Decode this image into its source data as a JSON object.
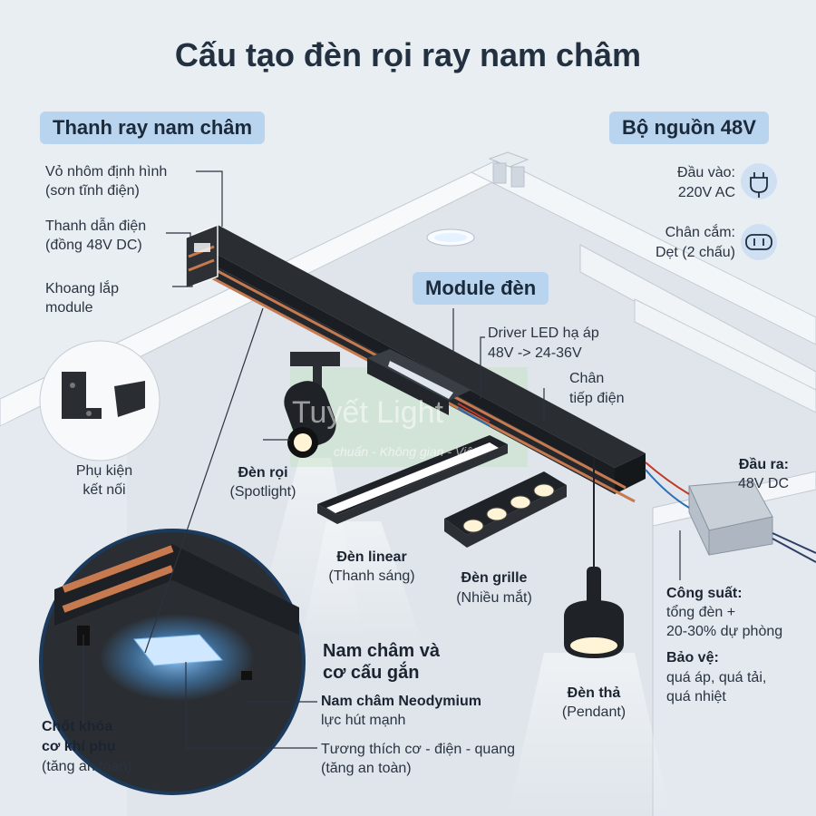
{
  "title": "Cấu tạo đèn rọi ray nam châm",
  "sections": {
    "rail": "Thanh ray nam châm",
    "psu": "Bộ nguồn 48V",
    "module": "Module đèn",
    "magnet": [
      "Nam châm và",
      "cơ cấu gắn"
    ]
  },
  "rail_labels": {
    "profile": [
      "Vỏ nhôm định hình",
      "(sơn tĩnh điện)"
    ],
    "conductor": [
      "Thanh dẫn điện",
      "(đồng 48V DC)"
    ],
    "cavity": [
      "Khoang lắp",
      "module"
    ],
    "accessory": [
      "Phụ kiện",
      "kết nối"
    ]
  },
  "psu_labels": {
    "input": [
      "Đầu vào:",
      "220V AC"
    ],
    "plug": [
      "Chân cắm:",
      "Dẹt (2 chấu)"
    ],
    "output_title": "Đầu ra:",
    "output_value": "48V DC",
    "power_title": "Công suất:",
    "power_lines": [
      "tổng đèn +",
      "20-30% dự phòng"
    ],
    "protect_title": "Bảo vệ:",
    "protect_lines": [
      "quá áp, quá tải,",
      "quá nhiệt"
    ]
  },
  "module_labels": {
    "driver": [
      "Driver LED hạ áp",
      "48V -> 24-36V"
    ],
    "contact": [
      "Chân",
      "tiếp điện"
    ]
  },
  "lights": {
    "spot": [
      "Đèn rọi",
      "(Spotlight)"
    ],
    "linear": [
      "Đèn linear",
      "(Thanh sáng)"
    ],
    "grille": [
      "Đèn grille",
      "(Nhiều mắt)"
    ],
    "pendant": [
      "Đèn thả",
      "(Pendant)"
    ]
  },
  "magnet_labels": {
    "neo_title": "Nam châm Neodymium",
    "neo_sub": "lực hút mạnh",
    "compat": [
      "Tương thích cơ - điện - quang",
      "(tăng an toàn)"
    ],
    "lock": [
      "Chốt khóa",
      "cơ khí phụ",
      "(tăng an toàn)"
    ]
  },
  "watermark": [
    "Tuyết Light",
    "chuẩn - Không gian - Việt"
  ],
  "colors": {
    "pill": "#b9d4ee",
    "rail": "#1f2226",
    "copper": "#c77a4f",
    "glow": "#6fb6ff",
    "ceiling": "#f2f5f8"
  }
}
